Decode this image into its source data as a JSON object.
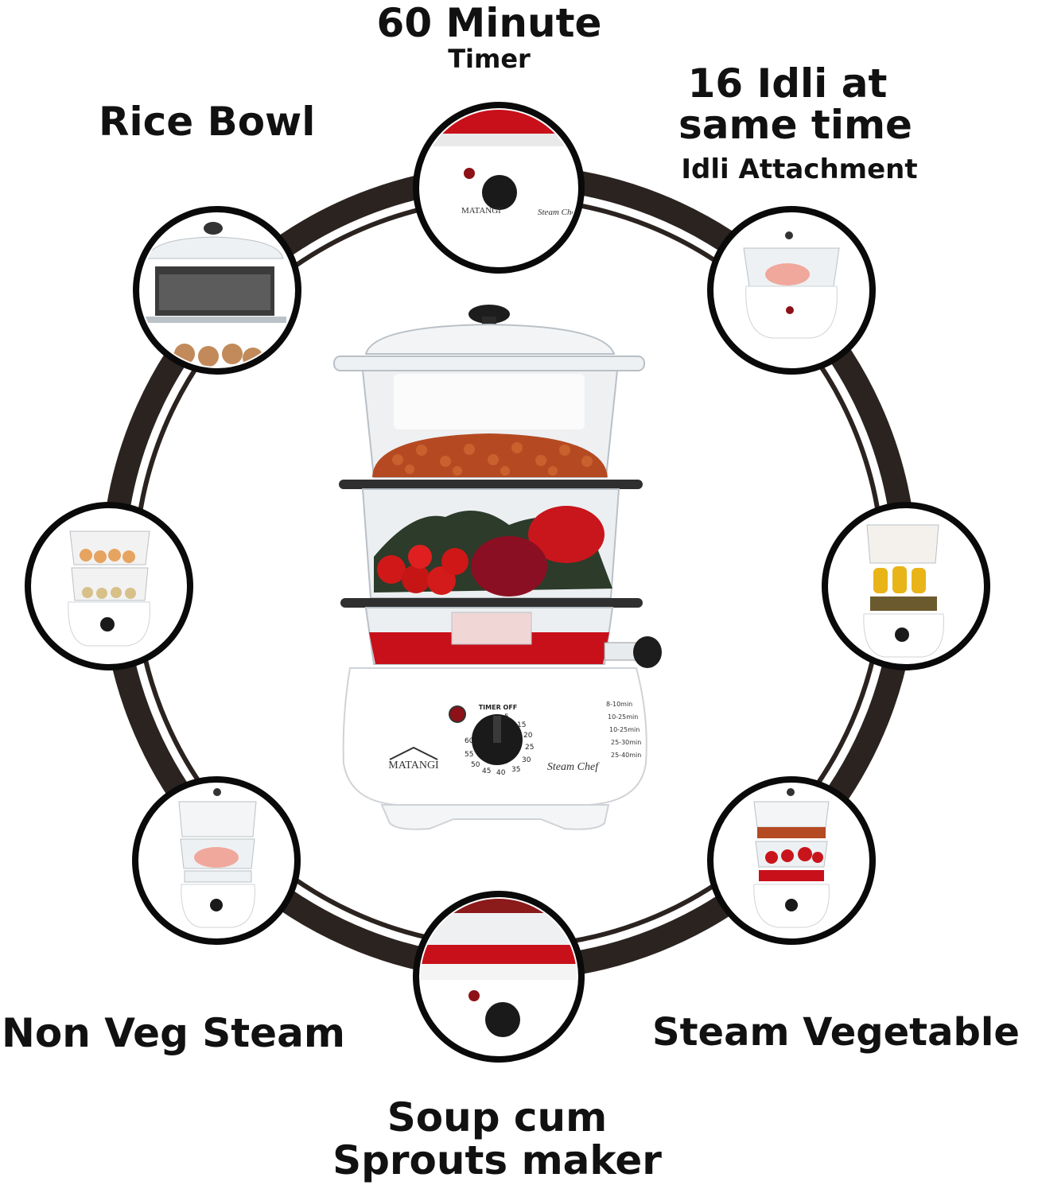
{
  "callouts": {
    "timer": {
      "title": "60 Minute",
      "subtitle": "Timer"
    },
    "idli": {
      "title_line1": "16 Idli at",
      "title_line2": "same time",
      "subtitle": "Idli Attachment"
    },
    "rice_bowl": {
      "title": "Rice Bowl"
    },
    "non_veg": {
      "title": "Non Veg Steam"
    },
    "steam_veg": {
      "title": "Steam Vegetable"
    },
    "soup": {
      "title_line1": "Soup cum",
      "title_line2": "Sprouts maker"
    }
  },
  "product": {
    "brand": "MATANGI",
    "model": "Steam Chef",
    "timer_label": "TIMER OFF",
    "dial_numbers": [
      "5",
      "15",
      "20",
      "25",
      "30",
      "35",
      "40",
      "45",
      "50",
      "55",
      "60"
    ],
    "cook_times": [
      "8-10min",
      "10-25min",
      "10-25min",
      "25-30min",
      "25-40min"
    ]
  },
  "colors": {
    "ring": "#2b2320",
    "outline": "#0a0a0a",
    "appliance": "#ffffff",
    "water": "#c8101a"
  }
}
